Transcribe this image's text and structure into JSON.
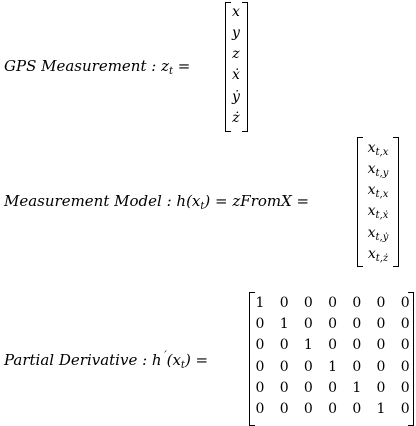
{
  "gps": {
    "label": "GPS  Measurement :  ",
    "eq": "zt =",
    "eq_parts": [
      "z",
      "t",
      " ="
    ],
    "vector": [
      "x",
      "y",
      "z",
      "ẋ",
      "ẏ",
      "ż"
    ]
  },
  "model": {
    "label": "Measurement  Model :  ",
    "eq_parts": [
      "h(x",
      "t",
      ") = zFromX ="
    ],
    "vector": [
      {
        "base": "x",
        "sub": "t,x"
      },
      {
        "base": "x",
        "sub": "t,y"
      },
      {
        "base": "x",
        "sub": "t,x"
      },
      {
        "base": "x",
        "sub": "t,ẋ"
      },
      {
        "base": "x",
        "sub": "t,ẏ"
      },
      {
        "base": "x",
        "sub": "t,ż"
      }
    ]
  },
  "derivative": {
    "label": "Partial  Derivative :  ",
    "eq_parts": [
      "h",
      "´",
      "(x",
      "t",
      ") ="
    ],
    "matrix": [
      [
        "1",
        "0",
        "0",
        "0",
        "0",
        "0",
        "0"
      ],
      [
        "0",
        "1",
        "0",
        "0",
        "0",
        "0",
        "0"
      ],
      [
        "0",
        "0",
        "1",
        "0",
        "0",
        "0",
        "0"
      ],
      [
        "0",
        "0",
        "0",
        "1",
        "0",
        "0",
        "0"
      ],
      [
        "0",
        "0",
        "0",
        "0",
        "1",
        "0",
        "0"
      ],
      [
        "0",
        "0",
        "0",
        "0",
        "0",
        "1",
        "0"
      ]
    ]
  }
}
